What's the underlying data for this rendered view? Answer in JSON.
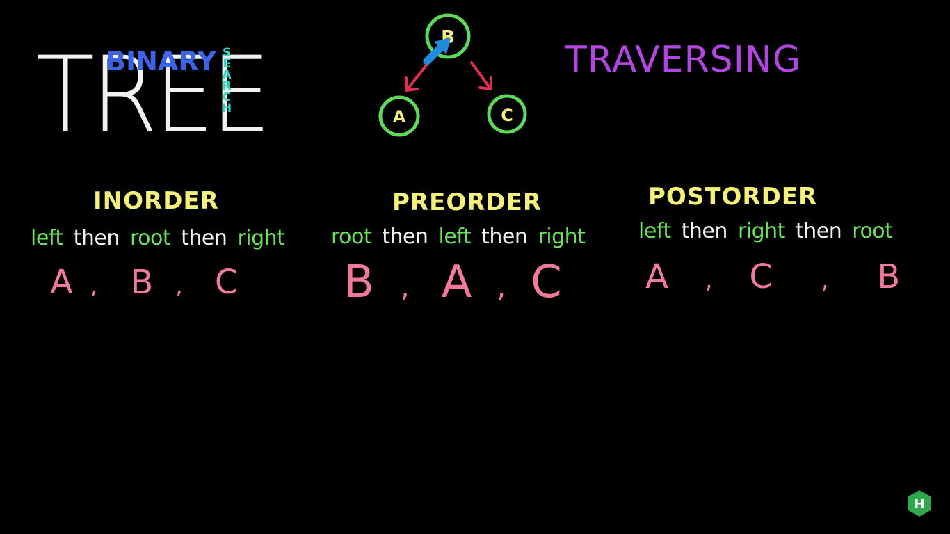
{
  "title": {
    "tree": "TREE",
    "binary": "BINARY",
    "search": "SEARCH",
    "traversing": "TRAVERSING"
  },
  "diagram": {
    "nodes": {
      "root": "B",
      "left": "A",
      "right": "C"
    }
  },
  "columns": [
    {
      "title": "INORDER",
      "rule": [
        "left",
        "then",
        "root",
        "then",
        "right"
      ],
      "sequence": [
        "A",
        ",",
        "B",
        ",",
        "C"
      ]
    },
    {
      "title": "PREORDER",
      "rule": [
        "root",
        "then",
        "left",
        "then",
        "right"
      ],
      "sequence": [
        "B",
        ",",
        "A",
        ",",
        "C"
      ]
    },
    {
      "title": "POSTORDER",
      "rule": [
        "left",
        "then",
        "right",
        "then",
        "root"
      ],
      "sequence": [
        "A",
        ",",
        "C",
        ",",
        "B"
      ]
    }
  ],
  "watermark": {
    "letter": "H"
  },
  "colors": {
    "background": "#000000",
    "tree": "#f2f2f2",
    "binary": "#3d63e8",
    "search": "#2fd6c8",
    "traversing": "#b146e0",
    "node": "#5ed95a",
    "node_label": "#f5f07a",
    "edge": "#e0304f",
    "highlight_arrow": "#1f8ce0",
    "col_title": "#f5f07a",
    "rule_green": "#6be05a",
    "rule_white": "#f2f2f2",
    "sequence": "#f07a9a",
    "watermark": "#2ea84a"
  }
}
